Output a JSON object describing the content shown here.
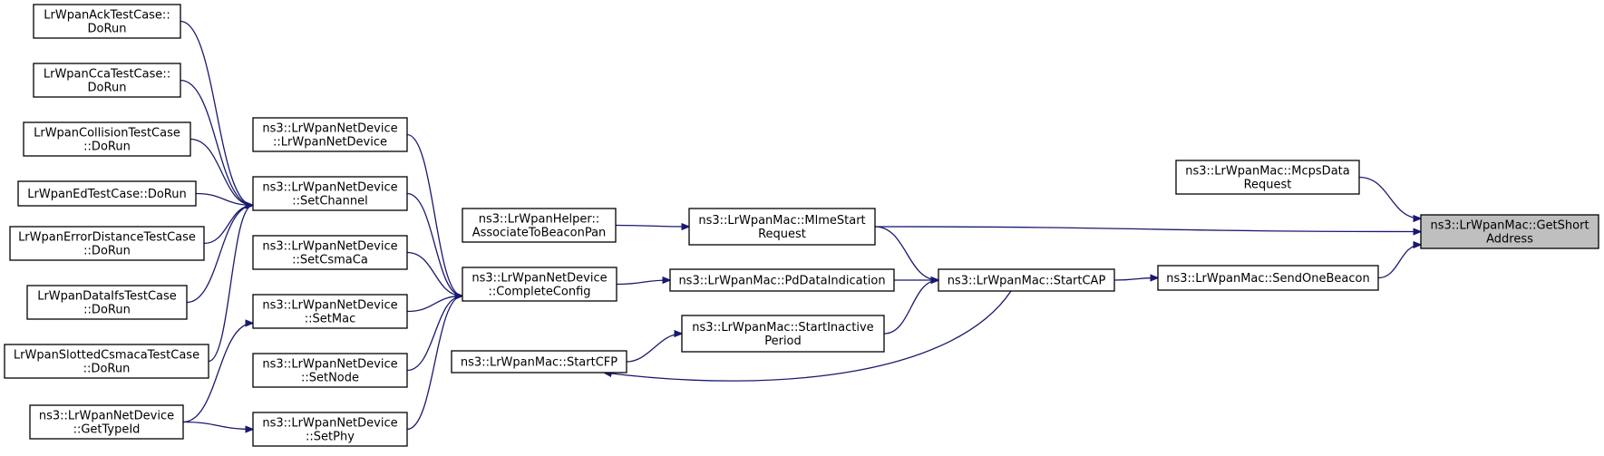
{
  "graph": {
    "edge_color": "#191970",
    "highlight_fill": "#bfbfbf",
    "nodes": [
      {
        "id": "n1",
        "lines": [
          "LrWpanAckTestCase::",
          "DoRun"
        ]
      },
      {
        "id": "n2",
        "lines": [
          "LrWpanCcaTestCase::",
          "DoRun"
        ]
      },
      {
        "id": "n3",
        "lines": [
          "LrWpanCollisionTestCase",
          "::DoRun"
        ]
      },
      {
        "id": "n4",
        "lines": [
          "LrWpanEdTestCase::DoRun"
        ]
      },
      {
        "id": "n5",
        "lines": [
          "LrWpanErrorDistanceTestCase",
          "::DoRun"
        ]
      },
      {
        "id": "n6",
        "lines": [
          "LrWpanDataIfsTestCase",
          "::DoRun"
        ]
      },
      {
        "id": "n7",
        "lines": [
          "LrWpanSlottedCsmacaTestCase",
          "::DoRun"
        ]
      },
      {
        "id": "n8",
        "lines": [
          "ns3::LrWpanNetDevice",
          "::GetTypeId"
        ]
      },
      {
        "id": "n9",
        "lines": [
          "ns3::LrWpanNetDevice",
          "::LrWpanNetDevice"
        ]
      },
      {
        "id": "n10",
        "lines": [
          "ns3::LrWpanNetDevice",
          "::SetChannel"
        ]
      },
      {
        "id": "n11",
        "lines": [
          "ns3::LrWpanNetDevice",
          "::SetCsmaCa"
        ]
      },
      {
        "id": "n12",
        "lines": [
          "ns3::LrWpanNetDevice",
          "::SetMac"
        ]
      },
      {
        "id": "n13",
        "lines": [
          "ns3::LrWpanNetDevice",
          "::SetNode"
        ]
      },
      {
        "id": "n14",
        "lines": [
          "ns3::LrWpanNetDevice",
          "::SetPhy"
        ]
      },
      {
        "id": "n15",
        "lines": [
          "ns3::LrWpanHelper::",
          "AssociateToBeaconPan"
        ]
      },
      {
        "id": "n16",
        "lines": [
          "ns3::LrWpanNetDevice",
          "::CompleteConfig"
        ]
      },
      {
        "id": "n17",
        "lines": [
          "ns3::LrWpanMac::StartCFP"
        ]
      },
      {
        "id": "n18",
        "lines": [
          "ns3::LrWpanMac::MlmeStart",
          "Request"
        ]
      },
      {
        "id": "n19",
        "lines": [
          "ns3::LrWpanMac::PdDataIndication"
        ]
      },
      {
        "id": "n20",
        "lines": [
          "ns3::LrWpanMac::StartInactive",
          "Period"
        ]
      },
      {
        "id": "n21",
        "lines": [
          "ns3::LrWpanMac::StartCAP"
        ]
      },
      {
        "id": "n22",
        "lines": [
          "ns3::LrWpanMac::McpsData",
          "Request"
        ]
      },
      {
        "id": "n23",
        "lines": [
          "ns3::LrWpanMac::SendOneBeacon"
        ]
      },
      {
        "id": "n24",
        "lines": [
          "ns3::LrWpanMac::GetShort",
          "Address"
        ],
        "highlight": true
      }
    ],
    "edges": [
      {
        "from": "n22",
        "to": "n24"
      },
      {
        "from": "n18",
        "to": "n24"
      },
      {
        "from": "n23",
        "to": "n24"
      },
      {
        "from": "n21",
        "to": "n23"
      },
      {
        "from": "n18",
        "to": "n21"
      },
      {
        "from": "n19",
        "to": "n21"
      },
      {
        "from": "n20",
        "to": "n21"
      },
      {
        "from": "n21",
        "to": "n17"
      },
      {
        "from": "n15",
        "to": "n18"
      },
      {
        "from": "n16",
        "to": "n19"
      },
      {
        "from": "n17",
        "to": "n20"
      },
      {
        "from": "n9",
        "to": "n16"
      },
      {
        "from": "n10",
        "to": "n16"
      },
      {
        "from": "n11",
        "to": "n16"
      },
      {
        "from": "n12",
        "to": "n16"
      },
      {
        "from": "n13",
        "to": "n16"
      },
      {
        "from": "n14",
        "to": "n16"
      },
      {
        "from": "n1",
        "to": "n10"
      },
      {
        "from": "n2",
        "to": "n10"
      },
      {
        "from": "n3",
        "to": "n10"
      },
      {
        "from": "n4",
        "to": "n10"
      },
      {
        "from": "n5",
        "to": "n10"
      },
      {
        "from": "n6",
        "to": "n10"
      },
      {
        "from": "n7",
        "to": "n10"
      },
      {
        "from": "n8",
        "to": "n12"
      },
      {
        "from": "n8",
        "to": "n14"
      }
    ]
  }
}
